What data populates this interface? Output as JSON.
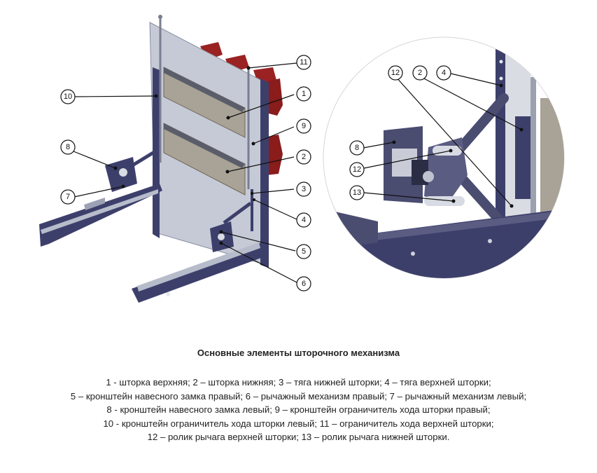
{
  "figure": {
    "colors": {
      "frame": "#3d3f6b",
      "plate": "#c4c8d4",
      "shutter": "#a8a396",
      "insulator": "#8e1f1f",
      "detail_bg": "#d9dbe2"
    },
    "left_callouts": [
      {
        "id": "callout-1",
        "label": "1"
      },
      {
        "id": "callout-2",
        "label": "2"
      },
      {
        "id": "callout-3",
        "label": "3"
      },
      {
        "id": "callout-4",
        "label": "4"
      },
      {
        "id": "callout-5",
        "label": "5"
      },
      {
        "id": "callout-6",
        "label": "6"
      },
      {
        "id": "callout-7",
        "label": "7"
      },
      {
        "id": "callout-8",
        "label": "8"
      },
      {
        "id": "callout-9",
        "label": "9"
      },
      {
        "id": "callout-10",
        "label": "10"
      },
      {
        "id": "callout-11",
        "label": "11"
      }
    ],
    "detail_callouts": [
      {
        "id": "detail-callout-12a",
        "label": "12"
      },
      {
        "id": "detail-callout-2",
        "label": "2"
      },
      {
        "id": "detail-callout-4",
        "label": "4"
      },
      {
        "id": "detail-callout-8",
        "label": "8"
      },
      {
        "id": "detail-callout-12b",
        "label": "12"
      },
      {
        "id": "detail-callout-13",
        "label": "13"
      }
    ]
  },
  "caption": {
    "title": "Основные элементы шторочного механизма",
    "lines": [
      "1 - шторка верхняя; 2 – шторка нижняя; 3 – тяга нижней шторки; 4 – тяга верхней шторки;",
      "5 – кронштейн навесного замка правый; 6 – рычажный механизм правый; 7 – рычажный механизм левый;",
      "8 - кронштейн навесного замка левый; 9 – кронштейн ограничитель хода шторки правый;",
      "10 - кронштейн ограничитель хода шторки левый; 11 – ограничитель хода верхней шторки;",
      "12 – ролик рычага верхней шторки; 13 – ролик рычага нижней шторки."
    ]
  }
}
